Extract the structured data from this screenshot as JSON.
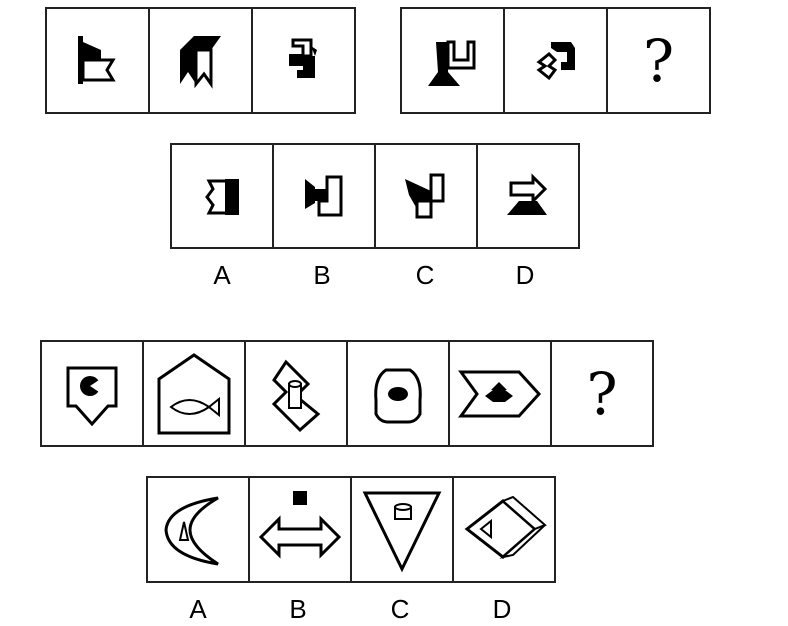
{
  "puzzle1": {
    "question_mark": "?",
    "option_labels": [
      "A",
      "B",
      "C",
      "D"
    ]
  },
  "puzzle2": {
    "question_mark": "?",
    "option_labels": [
      "A",
      "B",
      "C",
      "D"
    ]
  }
}
